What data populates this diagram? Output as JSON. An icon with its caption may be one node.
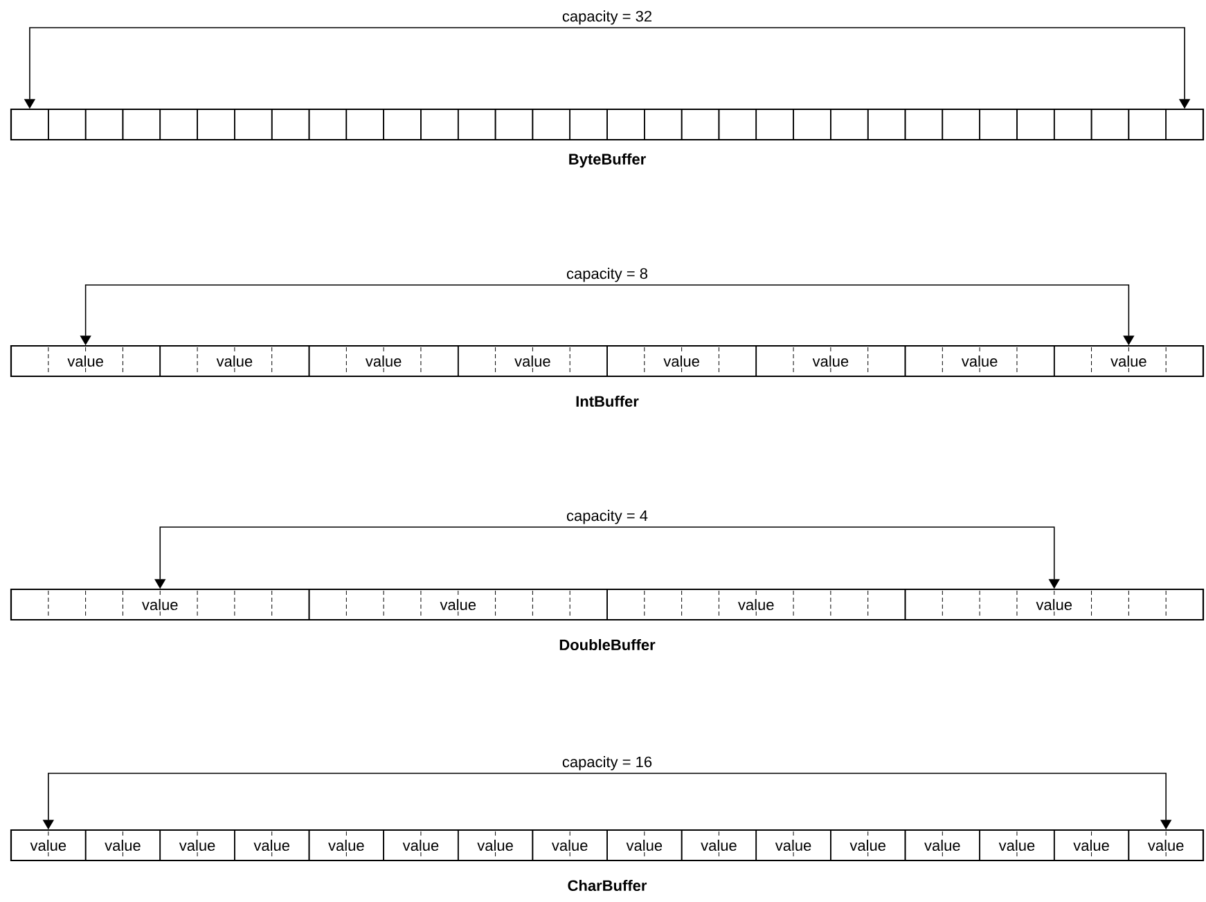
{
  "diagram": {
    "nodes": [
      {
        "text": [
          "ByteBuffer"
        ]
      },
      {
        "text": [],
        "shape": "box",
        "in": 0
      },
      {
        "text": [],
        "shape": "box",
        "in": 0
      },
      {
        "text": [],
        "shape": "box",
        "in": 0
      },
      {
        "text": [],
        "shape": "box",
        "in": 0
      },
      {
        "text": [],
        "shape": "box",
        "in": 0
      },
      {
        "text": [],
        "shape": "box",
        "in": 0
      },
      {
        "text": [],
        "shape": "box",
        "in": 0
      },
      {
        "text": [],
        "shape": "box",
        "in": 0
      },
      {
        "text": [],
        "shape": "box",
        "in": 0
      },
      {
        "text": [],
        "shape": "box",
        "in": 0
      },
      {
        "text": [],
        "shape": "box",
        "in": 0
      },
      {
        "text": [],
        "shape": "box",
        "in": 0
      },
      {
        "text": [],
        "shape": "box",
        "in": 0
      },
      {
        "text": [],
        "shape": "box",
        "in": 0
      },
      {
        "text": [],
        "shape": "box",
        "in": 0
      },
      {
        "text": [],
        "shape": "box",
        "in": 0
      },
      {
        "text": [],
        "shape": "box",
        "in": 0
      },
      {
        "text": [],
        "shape": "box",
        "in": 0
      },
      {
        "text": [],
        "shape": "box",
        "in": 0
      },
      {
        "text": [],
        "shape": "box",
        "in": 0
      },
      {
        "text": [],
        "shape": "box",
        "in": 0
      },
      {
        "text": [],
        "shape": "box",
        "in": 0
      },
      {
        "text": [],
        "shape": "box",
        "in": 0
      },
      {
        "text": [],
        "shape": "box",
        "in": 0
      },
      {
        "text": [],
        "shape": "box",
        "in": 0
      },
      {
        "text": [],
        "shape": "box",
        "in": 0
      },
      {
        "text": [],
        "shape": "box",
        "in": 0
      },
      {
        "text": [],
        "shape": "box",
        "in": 0
      },
      {
        "text": [],
        "shape": "box",
        "in": 0
      },
      {
        "text": [],
        "shape": "box",
        "in": 0
      },
      {
        "text": [],
        "shape": "box",
        "in": 0
      },
      {
        "text": [],
        "shape": "box",
        "in": 0
      },
      {
        "text": [
          "IntBuffer"
        ]
      },
      {
        "text": [
          "value"
        ],
        "in": 33
      },
      {
        "text": [
          "value"
        ],
        "in": 33
      },
      {
        "text": [
          "value"
        ],
        "in": 33
      },
      {
        "text": [
          "value"
        ],
        "in": 33
      },
      {
        "text": [
          "value"
        ],
        "in": 33
      },
      {
        "text": [
          "value"
        ],
        "in": 33
      },
      {
        "text": [
          "value"
        ],
        "in": 33
      },
      {
        "text": [
          "value"
        ],
        "in": 33
      },
      {
        "text": [
          "DoubleBuffer"
        ]
      },
      {
        "text": [
          "value"
        ],
        "in": 42
      },
      {
        "text": [
          "value"
        ],
        "in": 42
      },
      {
        "text": [
          "value"
        ],
        "in": 42
      },
      {
        "text": [
          "value"
        ],
        "in": 42
      },
      {
        "text": [
          "CharBuffer"
        ]
      },
      {
        "text": [
          "value"
        ],
        "in": 47
      },
      {
        "text": [
          "value"
        ],
        "in": 47
      },
      {
        "text": [
          "value"
        ],
        "in": 47
      },
      {
        "text": [
          "value"
        ],
        "in": 47
      },
      {
        "text": [
          "value"
        ],
        "in": 47
      },
      {
        "text": [
          "value"
        ],
        "in": 47
      },
      {
        "text": [
          "value"
        ],
        "in": 47
      },
      {
        "text": [
          "value"
        ],
        "in": 47
      },
      {
        "text": [
          "value"
        ],
        "in": 47
      },
      {
        "text": [
          "value"
        ],
        "in": 47
      },
      {
        "text": [
          "value"
        ],
        "in": 47
      },
      {
        "text": [
          "value"
        ],
        "in": 47
      },
      {
        "text": [
          "value"
        ],
        "in": 47
      },
      {
        "text": [
          "value"
        ],
        "in": 47
      },
      {
        "text": [
          "value"
        ],
        "in": 47
      },
      {
        "text": [
          "value"
        ],
        "in": 47
      }
    ],
    "edges": [
      {
        "from": 1,
        "to": 32,
        "arrow": "both",
        "label": "capacity = 32"
      },
      {
        "from": 34,
        "to": 41,
        "arrow": "both",
        "label": "capacity = 8"
      },
      {
        "from": 43,
        "to": 46,
        "arrow": "both",
        "label": "capacity = 4"
      },
      {
        "from": 48,
        "to": 63,
        "arrow": "both",
        "label": "capacity = 16"
      }
    ]
  }
}
